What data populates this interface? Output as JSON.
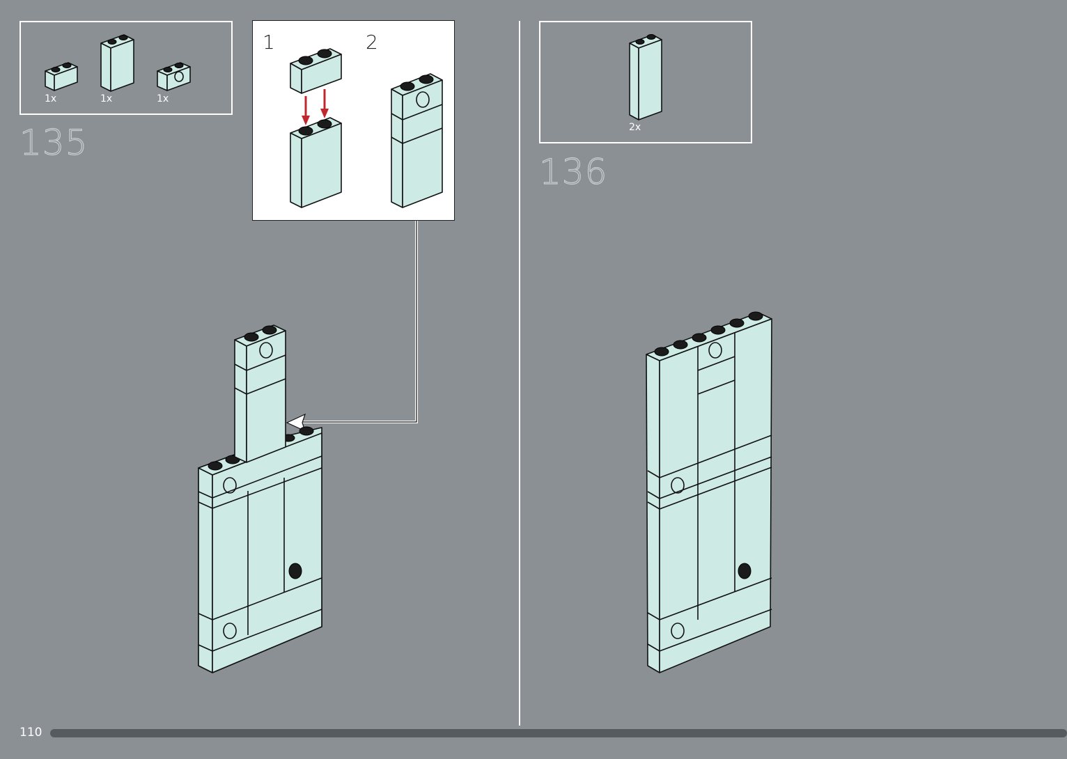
{
  "steps": [
    {
      "number": "135",
      "parts": [
        {
          "qty": "1x",
          "icon": "brick-1x2-icon"
        },
        {
          "qty": "1x",
          "icon": "brick-1x2-tall-icon"
        },
        {
          "qty": "1x",
          "icon": "technic-brick-1x2-icon"
        }
      ],
      "substeps": [
        "1",
        "2"
      ]
    },
    {
      "number": "136",
      "parts": [
        {
          "qty": "2x",
          "icon": "brick-1x2-tall-icon"
        }
      ]
    }
  ],
  "page_number": "110",
  "colors": {
    "background": "#8a9093",
    "brick": "#cdeae4",
    "arrow": "#c0282d",
    "progress": "#555b5e"
  }
}
